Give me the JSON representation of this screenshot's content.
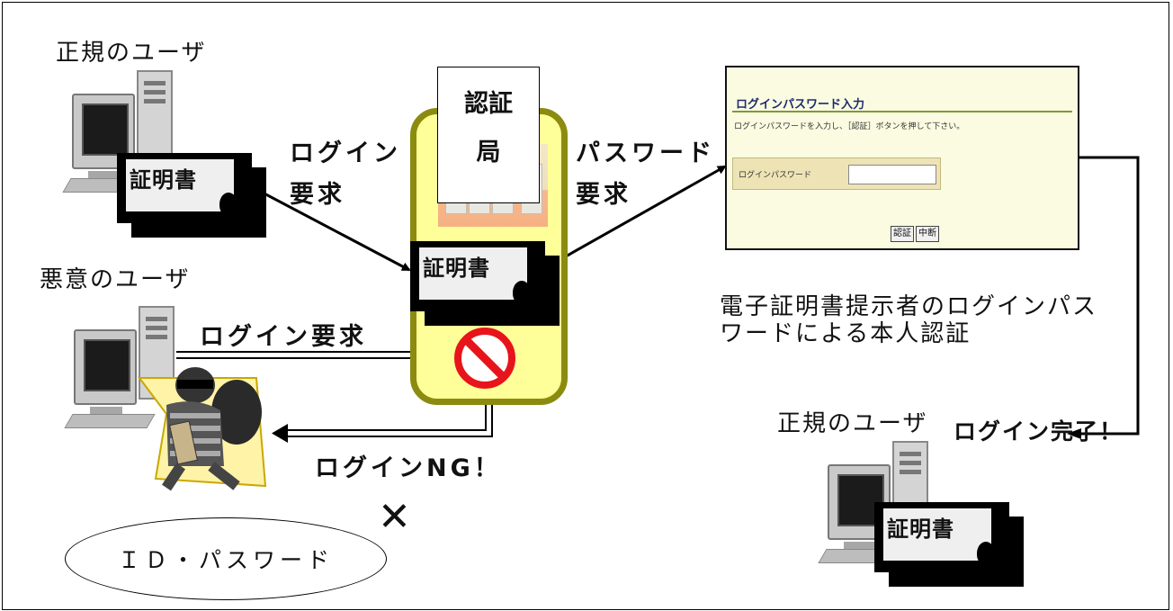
{
  "legit_user_label": "正規のユーザ",
  "malicious_user_label": "悪意のユーザ",
  "certificate_label": "証明書",
  "ca": {
    "line1": "認証",
    "line2": "局"
  },
  "login_request": {
    "line1": "ログイン",
    "line2": "要求"
  },
  "password_request": {
    "line1": "パスワード",
    "line2": "要求"
  },
  "malicious_login_request": "ログイン要求",
  "login_ng": "ログインNG！",
  "login_screen": {
    "title": "ログインパスワード入力",
    "description": "ログインパスワードを入力し、［認証］ボタンを押して下さい。",
    "field_label": "ログインパスワード",
    "field_value": "",
    "auth_button": "認証",
    "cancel_button": "中断"
  },
  "caption": {
    "line1": "電子証明書提示者のログインパス",
    "line2": "ワードによる本人認証"
  },
  "legit_user_label_2": "正規のユーザ",
  "login_complete": "ログイン完了！",
  "id_password": "ＩＤ・パスワード",
  "cross_mark": "✕",
  "colors": {
    "ca_fill": "#ffff99",
    "ca_border": "#8b8b10",
    "no_entry": "#e8141b",
    "login_bg": "#fbfbe2"
  }
}
